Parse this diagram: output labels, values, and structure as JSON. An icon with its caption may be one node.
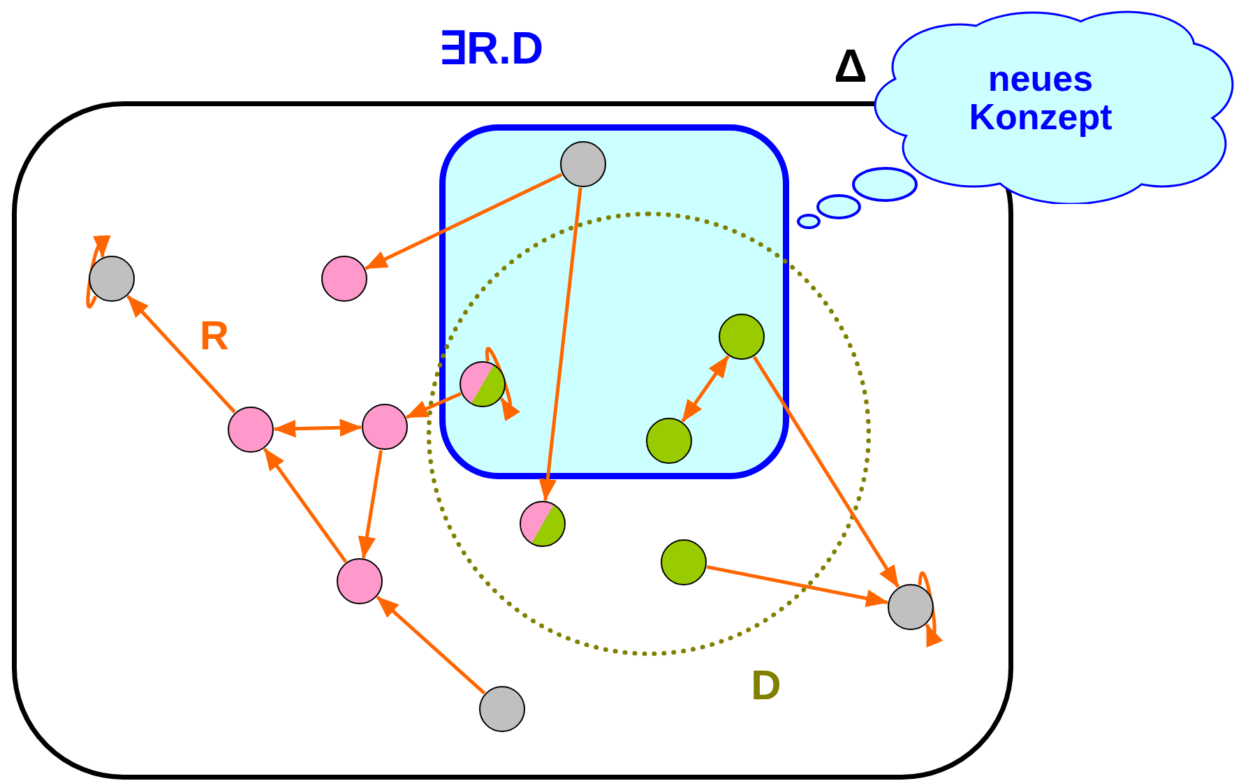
{
  "diagram": {
    "nodes": [
      {
        "text": [
          "Δ"
        ]
      },
      {
        "text": [
          "∃R.D"
        ],
        "in": 0
      },
      {
        "text": [
          "D"
        ],
        "in": 0
      },
      {
        "text": [
          "neues Konzept"
        ]
      },
      {
        "text": [],
        "shape": "circle",
        "in": 0
      },
      {
        "text": [],
        "shape": "circle",
        "in": 0
      },
      {
        "text": [],
        "shape": "circle",
        "in": 1
      },
      {
        "text": [],
        "shape": "circle",
        "in": 0
      },
      {
        "text": [],
        "shape": "circle",
        "in": 0
      },
      {
        "text": [],
        "shape": "circle"
      },
      {
        "text": [],
        "shape": "circle"
      },
      {
        "text": [],
        "shape": "circle"
      },
      {
        "text": [],
        "shape": "circle",
        "in": 2
      },
      {
        "text": [],
        "shape": "circle",
        "in": 2
      },
      {
        "text": [],
        "shape": "circle",
        "in": 0
      },
      {
        "text": [],
        "shape": "circle",
        "in": 0
      },
      {
        "text": [],
        "shape": "circle",
        "in": 0
      }
    ],
    "edges": [
      {
        "from": 6,
        "to": 5,
        "arrow": "to"
      },
      {
        "from": 6,
        "to": 12,
        "arrow": "to"
      },
      {
        "from": 9,
        "to": 8,
        "arrow": "to"
      },
      {
        "from": 9,
        "to": 9,
        "arrow": "to"
      },
      {
        "from": 10,
        "to": 11,
        "arrow": "both"
      },
      {
        "from": 10,
        "to": 15,
        "arrow": "to"
      },
      {
        "from": 13,
        "to": 15,
        "arrow": "to"
      },
      {
        "from": 15,
        "to": 15,
        "arrow": "to"
      },
      {
        "from": 4,
        "to": 4,
        "arrow": "to"
      },
      {
        "from": 7,
        "to": 4,
        "arrow": "to"
      },
      {
        "from": 7,
        "to": 8,
        "arrow": "both"
      },
      {
        "from": 8,
        "to": 14,
        "arrow": "to"
      },
      {
        "from": 14,
        "to": 7,
        "arrow": "to"
      },
      {
        "from": 16,
        "to": 14,
        "arrow": "to"
      }
    ],
    "labels": [
      "R"
    ]
  }
}
